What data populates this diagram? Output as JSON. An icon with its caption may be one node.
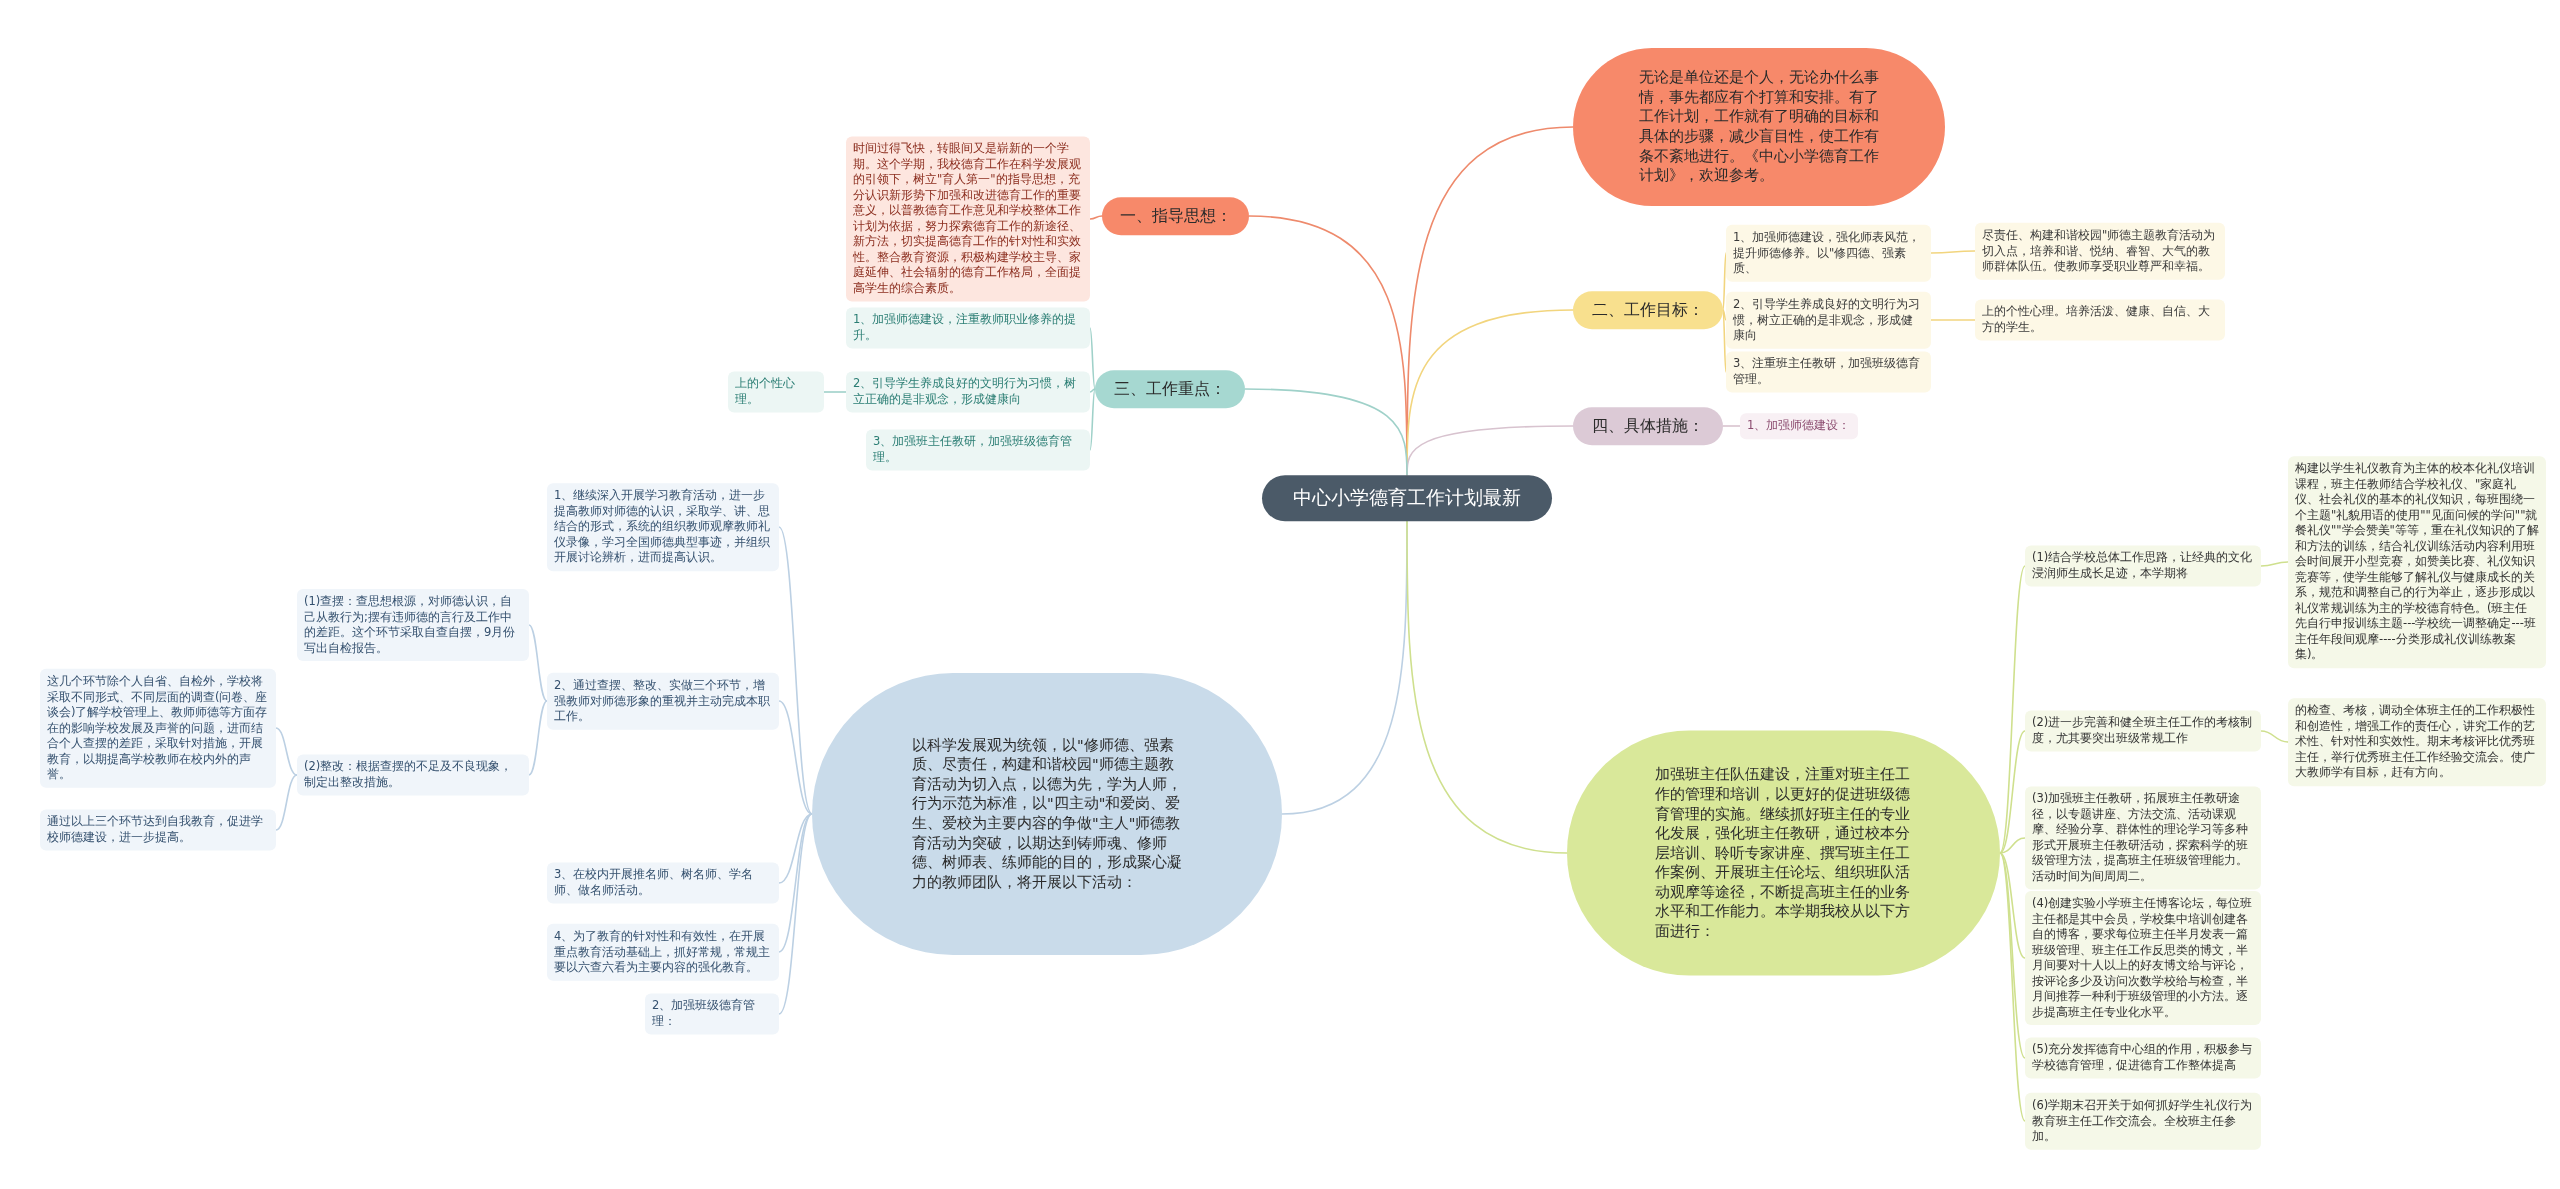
{
  "diagram": {
    "nodes": [
      {
        "text": [
          "中心小学德育工作计划最新"
        ]
      },
      {
        "text": [
          "无论是单位还是个人，无论办什么事情，事先都应有个打算和安排。有了工作计划，工作就有了明确的目标和具体的步骤，减少盲目性，使工作有条不紊地进行。《中心小学德育工作计划》，欢迎参考。"
        ]
      },
      {
        "text": [
          "一、指导思想："
        ]
      },
      {
        "text": [
          "时间过得飞快，转眼间又是崭新的一个学期。这个学期，我校德育工作在科学发展观的引领下，树立\"育人第一\"的指导思想，充分认识新形势下加强和改进德育工作的重要意义，以普教德育工作意见和学校整体工作计划为依据，努力探索德育工作的新途径、新方法，切实提高德育工作的针对性和实效性。整合教育资源，积极构建学校主导、家庭延伸、社会辐射的德育工作格局，全面提高学生的综合素质。"
        ]
      },
      {
        "text": [
          "二、工作目标："
        ]
      },
      {
        "text": [
          "1、加强师德建设，强化师表风范，提升师德修养。以\"修四德、强素质、"
        ]
      },
      {
        "text": [
          "尽责任、构建和谐校园\"师德主题教育活动为切入点，培养和谐、悦纳、睿智、大气的教师群体队伍。使教师享受职业尊严和幸福。"
        ]
      },
      {
        "text": [
          "2、引导学生养成良好的文明行为习惯，树立正确的是非观念，形成健康向"
        ]
      },
      {
        "text": [
          "上的个性心理。培养活泼、健康、自信、大方的学生。"
        ]
      },
      {
        "text": [
          "3、注重班主任教研，加强班级德育管理。"
        ]
      },
      {
        "text": [
          "四、具体措施："
        ]
      },
      {
        "text": [
          "1、加强师德建设："
        ]
      },
      {
        "text": [
          "三、工作重点："
        ]
      },
      {
        "text": [
          "1、加强师德建设，注重教师职业修养的提升。"
        ]
      },
      {
        "text": [
          "2、引导学生养成良好的文明行为习惯，树立正确的是非观念，形成健康向"
        ]
      },
      {
        "text": [
          "上的个性心理。"
        ]
      },
      {
        "text": [
          "3、加强班主任教研，加强班级德育管理。"
        ]
      },
      {
        "text": [
          "以科学发展观为统领，以\"修师德、强素质、尽责任，构建和谐校园\"师德主题教育活动为切入点，以德为先，学为人师，行为示范为标准，以\"四主动\"和爱岗、爱生、爱校为主要内容的争做\"主人\"师德教育活动为突破，以期达到铸师魂、修师德、树师表、练师能的目的，形成聚心凝力的教师团队，将开展以下活动："
        ]
      },
      {
        "text": [
          "1、继续深入开展学习教育活动，进一步提高教师对师德的认识，采取学、讲、思结合的形式，系统的组织教师观摩教师礼仪录像，学习全国师德典型事迹，并组织开展讨论辨析，进而提高认识。"
        ]
      },
      {
        "text": [
          "2、通过查摆、整改、实做三个环节，增强教师对师德形象的重视并主动完成本职工作。"
        ]
      },
      {
        "text": [
          "(1)查摆：查思想根源，对师德认识，自己从教行为;摆有违师德的言行及工作中的差距。这个环节采取自查自摆，9月份写出自检报告。"
        ]
      },
      {
        "text": [
          "(2)整改：根据查摆的不足及不良现象，制定出整改措施。"
        ]
      },
      {
        "text": [
          "这几个环节除个人自省、自检外，学校将采取不同形式、不同层面的调查(问卷、座谈会)了解学校管理上、教师师德等方面存在的影响学校发展及声誉的问题，进而结合个人查摆的差距，采取针对措施，开展教育，以期提高学校教师在校内外的声誉。"
        ]
      },
      {
        "text": [
          "通过以上三个环节达到自我教育，促进学校师德建设，进一步提高。"
        ]
      },
      {
        "text": [
          "3、在校内开展推名师、树名师、学名师、做名师活动。"
        ]
      },
      {
        "text": [
          "4、为了教育的针对性和有效性，在开展重点教育活动基础上，抓好常规，常规主要以六查六看为主要内容的强化教育。"
        ]
      },
      {
        "text": [
          "2、加强班级德育管理："
        ]
      },
      {
        "text": [
          "加强班主任队伍建设，注重对班主任工作的管理和培训，以更好的促进班级德育管理的实施。继续抓好班主任的专业化发展，强化班主任教研，通过校本分层培训、聆听专家讲座、撰写班主任工作案例、开展班主任论坛、组织班队活动观摩等途径，不断提高班主任的业务水平和工作能力。本学期我校从以下方面进行："
        ]
      },
      {
        "text": [
          "(1)结合学校总体工作思路，让经典的文化浸润师生成长足迹，本学期将"
        ]
      },
      {
        "text": [
          "构建以学生礼仪教育为主体的校本化礼仪培训课程，班主任教师结合学校礼仪、\"家庭礼仪、社会礼仪的基本的礼仪知识，每班围绕一个主题\"礼貌用语的使用\"\"见面问候的学问\"\"就餐礼仪\"\"学会赞美\"等等，重在礼仪知识的了解和方法的训练，结合礼仪训练活动内容利用班会时间展开小型竞赛，如赞美比赛、礼仪知识竞赛等，使学生能够了解礼仪与健康成长的关系，规范和调整自己的行为举止，逐步形成以礼仪常规训练为主的学校德育特色。(班主任先自行申报训练主题---学校统一调整确定---班主任年段间观摩----分类形成礼仪训练教案集)。"
        ]
      },
      {
        "text": [
          "(2)进一步完善和健全班主任工作的考核制度，尤其要突出班级常规工作"
        ]
      },
      {
        "text": [
          "的检查、考核，调动全体班主任的工作积极性和创造性，增强工作的责任心，讲究工作的艺术性、针对性和实效性。期末考核评比优秀班主任，举行优秀班主任工作经验交流会。使广大教师学有目标，赶有方向。"
        ]
      },
      {
        "text": [
          "(3)加强班主任教研，拓展班主任教研途径，以专题讲座、方法交流、活动课观摩、经验分享、群体性的理论学习等多种形式开展班主任教研活动，探索科学的班级管理方法，提高班主任班级管理能力。活动时间为间周周二。"
        ]
      },
      {
        "text": [
          "(4)创建实验小学班主任博客论坛，每位班主任都是其中会员，学校集中培训创建各自的博客，要求每位班主任半月发表一篇班级管理、班主任工作反思类的博文，半月间要对十人以上的好友博文给与评论，按评论多少及访问次数学校给与检查，半月间推荐一种利于班级管理的小方法。逐步提高班主任专业化水平。"
        ]
      },
      {
        "text": [
          "(5)充分发挥德育中心组的作用，积极参与学校德育管理，促进德育工作整体提高"
        ]
      },
      {
        "text": [
          "(6)学期末召开关于如何抓好学生礼仪行为教育班主任工作交流会。全校班主任参加。"
        ]
      }
    ],
    "edges": [
      {
        "from": 0,
        "to": 1,
        "arrow": "none",
        "color": "#ee8a6c"
      },
      {
        "from": 0,
        "to": 2,
        "arrow": "none",
        "color": "#ee8a6c"
      },
      {
        "from": 2,
        "to": 3,
        "arrow": "none",
        "color": "#ee8a6c"
      },
      {
        "from": 0,
        "to": 4,
        "arrow": "none",
        "color": "#f2d57e"
      },
      {
        "from": 4,
        "to": 5,
        "arrow": "none",
        "color": "#f2d57e"
      },
      {
        "from": 5,
        "to": 6,
        "arrow": "none",
        "color": "#f2d57e"
      },
      {
        "from": 4,
        "to": 7,
        "arrow": "none",
        "color": "#f2d57e"
      },
      {
        "from": 7,
        "to": 8,
        "arrow": "none",
        "color": "#f2d57e"
      },
      {
        "from": 4,
        "to": 9,
        "arrow": "none",
        "color": "#f2d57e"
      },
      {
        "from": 0,
        "to": 10,
        "arrow": "none",
        "color": "#d8c3cf"
      },
      {
        "from": 10,
        "to": 11,
        "arrow": "none",
        "color": "#d8c3cf"
      },
      {
        "from": 0,
        "to": 12,
        "arrow": "none",
        "color": "#9fd1c9"
      },
      {
        "from": 12,
        "to": 13,
        "arrow": "none",
        "color": "#9fd1c9"
      },
      {
        "from": 12,
        "to": 14,
        "arrow": "none",
        "color": "#9fd1c9"
      },
      {
        "from": 14,
        "to": 15,
        "arrow": "none",
        "color": "#9fd1c9"
      },
      {
        "from": 12,
        "to": 16,
        "arrow": "none",
        "color": "#9fd1c9"
      },
      {
        "from": 0,
        "to": 17,
        "arrow": "none",
        "color": "#bcd0e3"
      },
      {
        "from": 17,
        "to": 18,
        "arrow": "none",
        "color": "#bcd0e3"
      },
      {
        "from": 17,
        "to": 19,
        "arrow": "none",
        "color": "#bcd0e3"
      },
      {
        "from": 19,
        "to": 20,
        "arrow": "none",
        "color": "#bcd0e3"
      },
      {
        "from": 19,
        "to": 21,
        "arrow": "none",
        "color": "#bcd0e3"
      },
      {
        "from": 21,
        "to": 22,
        "arrow": "none",
        "color": "#bcd0e3"
      },
      {
        "from": 21,
        "to": 23,
        "arrow": "none",
        "color": "#bcd0e3"
      },
      {
        "from": 17,
        "to": 24,
        "arrow": "none",
        "color": "#bcd0e3"
      },
      {
        "from": 17,
        "to": 25,
        "arrow": "none",
        "color": "#bcd0e3"
      },
      {
        "from": 17,
        "to": 26,
        "arrow": "none",
        "color": "#bcd0e3"
      },
      {
        "from": 0,
        "to": 27,
        "arrow": "none",
        "color": "#cfe08e"
      },
      {
        "from": 27,
        "to": 28,
        "arrow": "none",
        "color": "#cfe08e"
      },
      {
        "from": 28,
        "to": 29,
        "arrow": "none",
        "color": "#cfe08e"
      },
      {
        "from": 27,
        "to": 30,
        "arrow": "none",
        "color": "#cfe08e"
      },
      {
        "from": 30,
        "to": 31,
        "arrow": "none",
        "color": "#cfe08e"
      },
      {
        "from": 27,
        "to": 32,
        "arrow": "none",
        "color": "#cfe08e"
      },
      {
        "from": 27,
        "to": 33,
        "arrow": "none",
        "color": "#cfe08e"
      },
      {
        "from": 27,
        "to": 34,
        "arrow": "none",
        "color": "#cfe08e"
      },
      {
        "from": 27,
        "to": 35,
        "arrow": "none",
        "color": "#cfe08e"
      }
    ]
  }
}
